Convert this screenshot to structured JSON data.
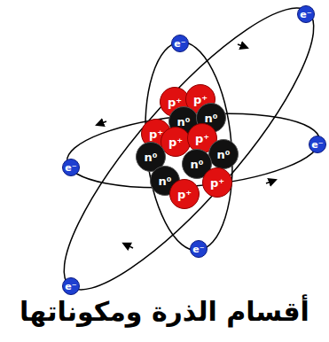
{
  "diagram": {
    "title": "أقسام الذرة ومكوناتها",
    "nodes": [
      {
        "text": [
          "e⁻"
        ]
      },
      {
        "text": [
          "e⁻"
        ]
      },
      {
        "text": [
          "p⁺"
        ]
      },
      {
        "text": [
          "p⁺"
        ]
      },
      {
        "text": [
          "n⁰"
        ]
      },
      {
        "text": [
          "n⁰"
        ]
      },
      {
        "text": [
          "p⁺"
        ]
      },
      {
        "text": [
          "p⁺"
        ]
      },
      {
        "text": [
          "p⁺"
        ]
      },
      {
        "text": [
          "e⁻"
        ]
      },
      {
        "text": [
          "n⁰"
        ]
      },
      {
        "text": [
          "n⁰"
        ]
      },
      {
        "text": [
          "n⁰"
        ]
      },
      {
        "text": [
          "e⁻"
        ]
      },
      {
        "text": [
          "n⁰"
        ]
      },
      {
        "text": [
          "p⁺"
        ]
      },
      {
        "text": [
          "p⁺"
        ]
      },
      {
        "text": [
          "e⁻"
        ]
      },
      {
        "text": [
          "e⁻"
        ]
      }
    ]
  }
}
